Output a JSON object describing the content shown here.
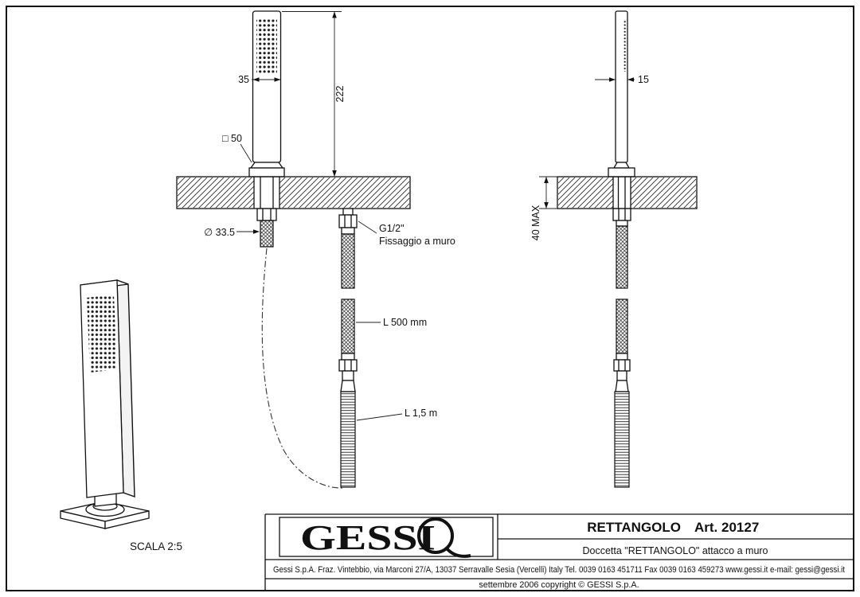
{
  "front_view": {
    "dim_width": "35",
    "dim_height": "222",
    "dim_square": "□ 50",
    "dim_hole": "∅ 33.5",
    "thread_label": "G1/2\"",
    "fixing_label": "Fissaggio a muro",
    "hose_upper": "L 500 mm",
    "hose_lower": "L 1,5 m"
  },
  "side_view": {
    "dim_depth": "15",
    "dim_wall": "40 MAX"
  },
  "iso_view": {
    "scale": "SCALA 2:5"
  },
  "title_block": {
    "brand": "GESSI",
    "product_name": "RETTANGOLO",
    "article": "Art. 20127",
    "description": "Doccetta \"RETTANGOLO\" attacco a muro",
    "address": "Gessi S.p.A. Fraz. Vintebbio, via Marconi 27/A, 13037 Serravalle Sesia  (Vercelli) Italy Tel. 0039 0163 451711 Fax 0039 0163 459273 www.gessi.it  e-mail: gessi@gessi.it",
    "copyright": "settembre 2006 copyright © GESSI S.p.A."
  }
}
